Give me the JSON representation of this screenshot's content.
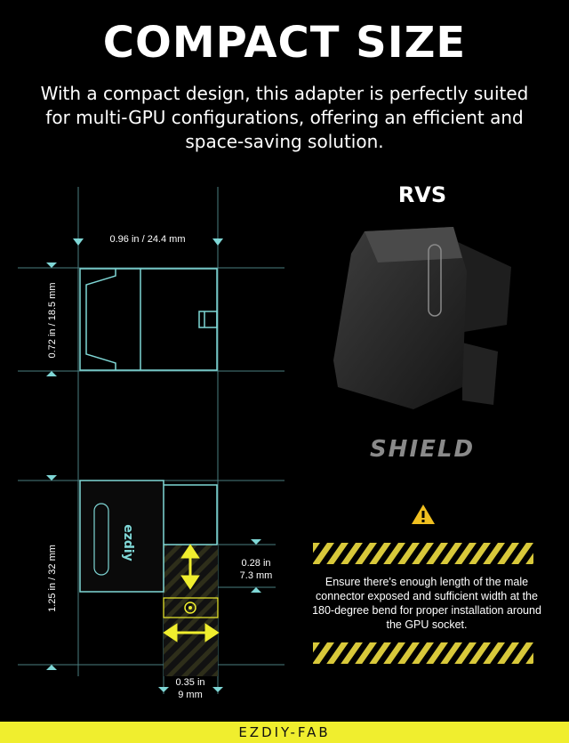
{
  "header": {
    "title": "COMPACT SIZE",
    "subtitle": "With a compact design, this adapter is perfectly suited for multi-GPU configurations, offering an efficient and space-saving solution."
  },
  "dimensions": {
    "width": "0.96 in / 24.4 mm",
    "height_top": "0.72 in / 18.5 mm",
    "height_bottom": "1.25 in / 32 mm",
    "exposed_length_line1": "0.28 in",
    "exposed_length_line2": "7.3 mm",
    "bend_width_line1": "0.35 in",
    "bend_width_line2": "9 mm"
  },
  "product": {
    "model": "RVS",
    "series_logo": "SHIELD",
    "body_logo": "ezdiy"
  },
  "warning": {
    "icon": "warning-triangle-icon",
    "text": "Ensure there's enough length of the male connector exposed and sufficient width at the 180-degree bend for proper installation around the GPU socket."
  },
  "footer": {
    "brand": "EZDIY-FAB"
  },
  "colors": {
    "background": "#000000",
    "outline": "#7fd7d6",
    "accent_yellow": "#f0ee2e",
    "hazard_stripe": "#d8c83a"
  }
}
